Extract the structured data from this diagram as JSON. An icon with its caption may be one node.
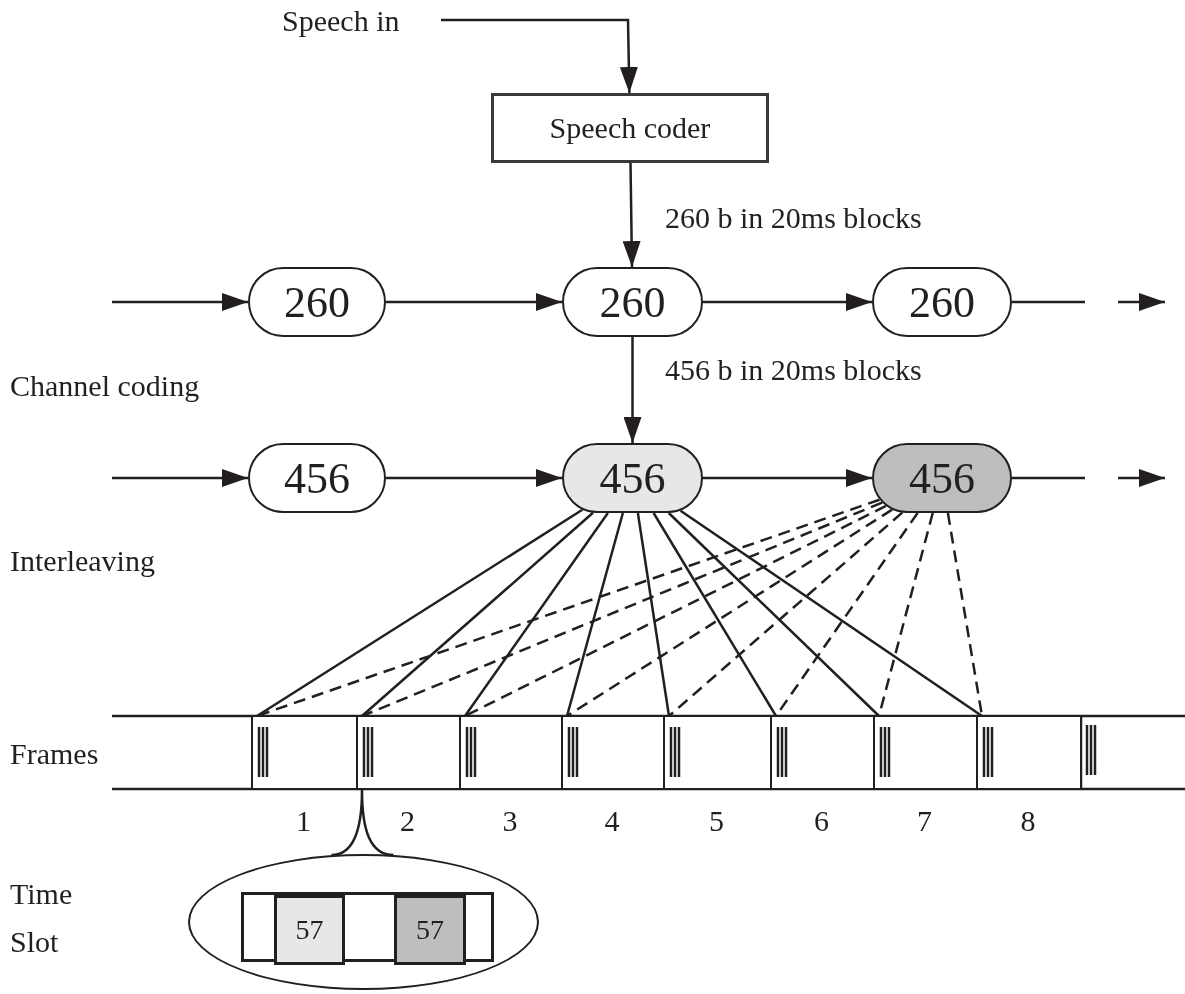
{
  "diagram": {
    "nodes": [
      {
        "text": [
          "Speech in"
        ]
      },
      {
        "text": [
          "Speech coder"
        ]
      },
      {
        "text": [
          "260"
        ]
      },
      {
        "text": [
          "260"
        ]
      },
      {
        "text": [
          "260"
        ]
      },
      {
        "text": [
          "456"
        ]
      },
      {
        "text": [
          "456"
        ]
      },
      {
        "text": [
          "456"
        ]
      },
      {
        "text": [
          "1"
        ]
      },
      {
        "text": [
          "2"
        ]
      },
      {
        "text": [
          "3"
        ]
      },
      {
        "text": [
          "4"
        ]
      },
      {
        "text": [
          "5"
        ]
      },
      {
        "text": [
          "6"
        ]
      },
      {
        "text": [
          "7"
        ]
      },
      {
        "text": [
          "8"
        ]
      },
      {
        "text": [],
        "shape": "ellipse"
      },
      {
        "text": [],
        "shape": "box",
        "in": 16
      },
      {
        "text": [
          "57"
        ],
        "in": 17
      },
      {
        "text": [
          "57"
        ],
        "in": 17
      }
    ],
    "edges": [
      {
        "from": 0,
        "to": 1,
        "arrow": "to"
      },
      {
        "from": 1,
        "to": 3,
        "arrow": "to",
        "label": "260 b in 20ms blocks"
      },
      {
        "from": null,
        "to": 2,
        "arrow": "to"
      },
      {
        "from": 2,
        "to": 3,
        "arrow": "to"
      },
      {
        "from": 3,
        "to": 4,
        "arrow": "to"
      },
      {
        "from": 4,
        "to": null,
        "arrow": "to"
      },
      {
        "from": 3,
        "to": 6,
        "arrow": "to",
        "label": "456 b in 20ms blocks"
      },
      {
        "from": null,
        "to": 5,
        "arrow": "to"
      },
      {
        "from": 5,
        "to": 6,
        "arrow": "to"
      },
      {
        "from": 6,
        "to": 7,
        "arrow": "to"
      },
      {
        "from": 7,
        "to": null,
        "arrow": "to"
      },
      {
        "from": 6,
        "to": 8,
        "arrow": "none"
      },
      {
        "from": 6,
        "to": 9,
        "arrow": "none"
      },
      {
        "from": 6,
        "to": 10,
        "arrow": "none"
      },
      {
        "from": 6,
        "to": 11,
        "arrow": "none"
      },
      {
        "from": 6,
        "to": 12,
        "arrow": "none"
      },
      {
        "from": 6,
        "to": 13,
        "arrow": "none"
      },
      {
        "from": 6,
        "to": 14,
        "arrow": "none"
      },
      {
        "from": 6,
        "to": 15,
        "arrow": "none"
      },
      {
        "from": 7,
        "to": 8,
        "arrow": "none",
        "style": "dashed"
      },
      {
        "from": 7,
        "to": 9,
        "arrow": "none",
        "style": "dashed"
      },
      {
        "from": 7,
        "to": 10,
        "arrow": "none",
        "style": "dashed"
      },
      {
        "from": 7,
        "to": 11,
        "arrow": "none",
        "style": "dashed"
      },
      {
        "from": 7,
        "to": 12,
        "arrow": "none",
        "style": "dashed"
      },
      {
        "from": 7,
        "to": 13,
        "arrow": "none",
        "style": "dashed"
      },
      {
        "from": 7,
        "to": 14,
        "arrow": "none",
        "style": "dashed"
      },
      {
        "from": 7,
        "to": 15,
        "arrow": "none",
        "style": "dashed"
      },
      {
        "from": 9,
        "to": 16,
        "arrow": "none"
      }
    ],
    "labels": [
      "Channel coding",
      "Interleaving",
      "Frames",
      "Time Slot"
    ]
  }
}
